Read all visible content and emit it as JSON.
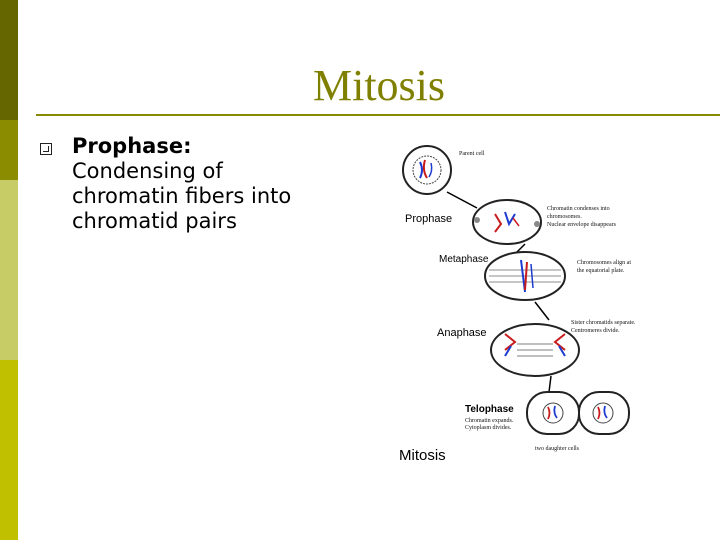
{
  "slide": {
    "title": "Mitosis",
    "bullets": [
      {
        "heading": "Prophase:",
        "lines": [
          "Condensing of",
          "chromatin fibers into",
          "chromatid pairs"
        ]
      }
    ]
  },
  "sidebar": {
    "colors": [
      "#666600",
      "#8c8c00",
      "#c8cc66",
      "#c0c000",
      "#9ea800"
    ]
  },
  "figure": {
    "caption": "Mitosis",
    "stages": {
      "parent_cell": "Parent cell",
      "prophase": "Prophase",
      "metaphase": "Metaphase",
      "anaphase": "Anaphase",
      "telophase": "Telophase"
    },
    "notes": {
      "prophase_1": "Chromatin condenses into",
      "prophase_2": "chromosomes.",
      "prophase_3": "Nuclear envelope disappears",
      "metaphase_1": "Chromosomes align at",
      "metaphase_2": "the equatorial plate.",
      "anaphase_1": "Sister chromatids separate.",
      "anaphase_2": "Centromeres divide.",
      "telophase_1": "Chromatin expands.",
      "telophase_2": "Cytoplasm divides.",
      "daughter": "two daughter cells"
    }
  }
}
